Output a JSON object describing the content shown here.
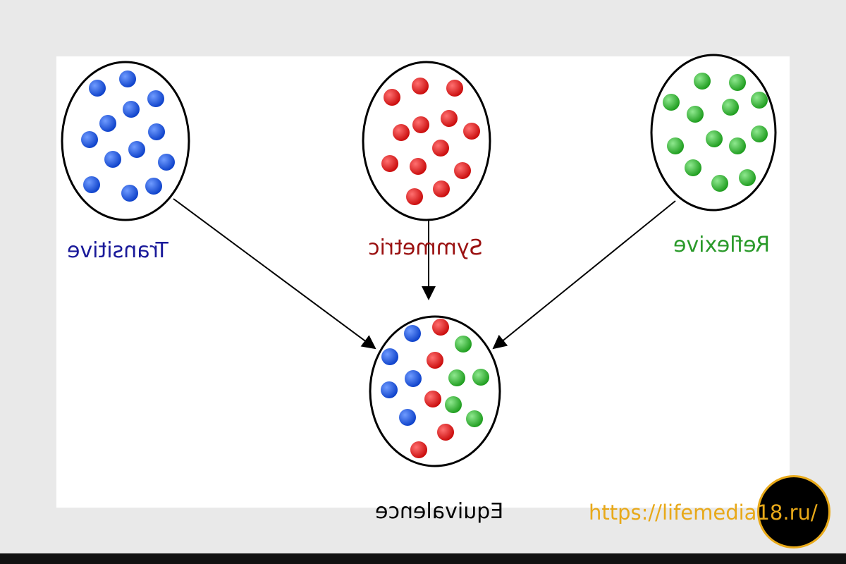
{
  "labels": {
    "transitive": "Transitive",
    "symmetric": "Symmetric",
    "reflexive": "Reflexive",
    "equivalence": "Equivalence"
  },
  "colors": {
    "blue_dot": "#1a4fd8",
    "red_dot": "#e01818",
    "green_dot": "#2cb82c",
    "transitive_text": "#1a1a9a",
    "symmetric_text": "#9a1010",
    "reflexive_text": "#2a9a2a",
    "watermark": "#e8a919"
  },
  "watermark": "https://lifemedia18.ru/"
}
